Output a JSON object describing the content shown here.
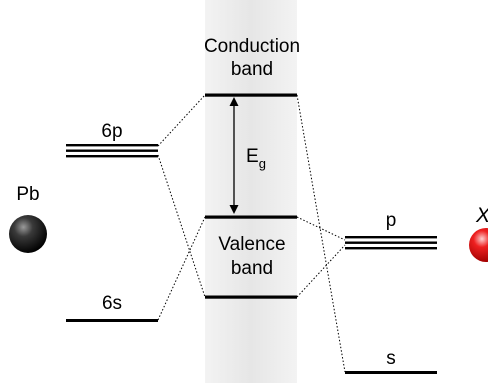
{
  "diagram": {
    "left_atom": {
      "label": "Pb"
    },
    "right_atom": {
      "label": "X"
    },
    "left_levels": {
      "upper": "6p",
      "lower": "6s"
    },
    "right_levels": {
      "upper": "p",
      "lower": "s"
    },
    "conduction_band": {
      "line1": "Conduction",
      "line2": "band"
    },
    "valence_band": {
      "line1": "Valence",
      "line2": "band"
    },
    "band_gap": {
      "symbol": "E",
      "subscript": "g"
    }
  },
  "colors": {
    "background": "#ffffff",
    "band_region": "#ececec",
    "line": "#000000",
    "left_atom": "#111111",
    "right_atom": "#e01010"
  }
}
